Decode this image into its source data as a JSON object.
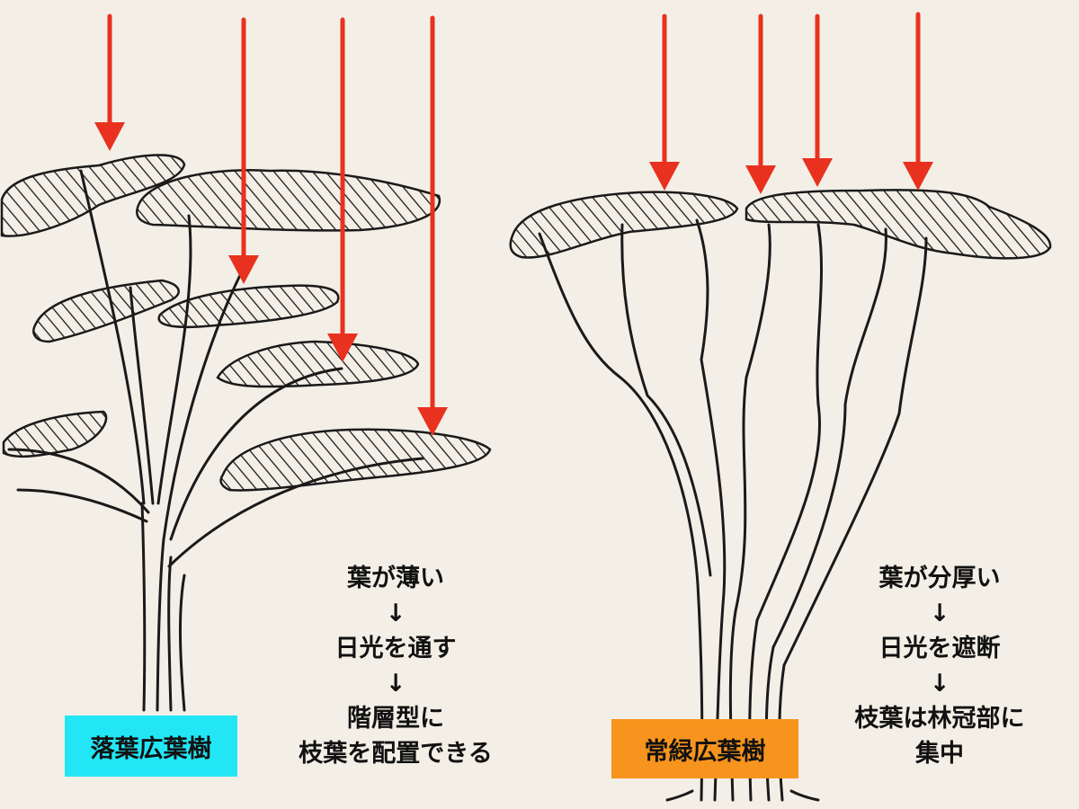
{
  "colors": {
    "background": "#f3efe6",
    "arrow": "#e8321f",
    "ink": "#1a1a1a",
    "deciduous_label_bg": "#22e6f5",
    "evergreen_label_bg": "#f7941d"
  },
  "left_tree": {
    "label": "落葉広葉樹",
    "description": [
      "葉が薄い",
      "↓",
      "日光を通す",
      "↓",
      "階層型に",
      "枝葉を配置できる"
    ]
  },
  "right_tree": {
    "label": "常緑広葉樹",
    "description": [
      "葉が分厚い",
      "↓",
      "日光を遮断",
      "↓",
      "枝葉は林冠部に",
      "集中"
    ]
  }
}
